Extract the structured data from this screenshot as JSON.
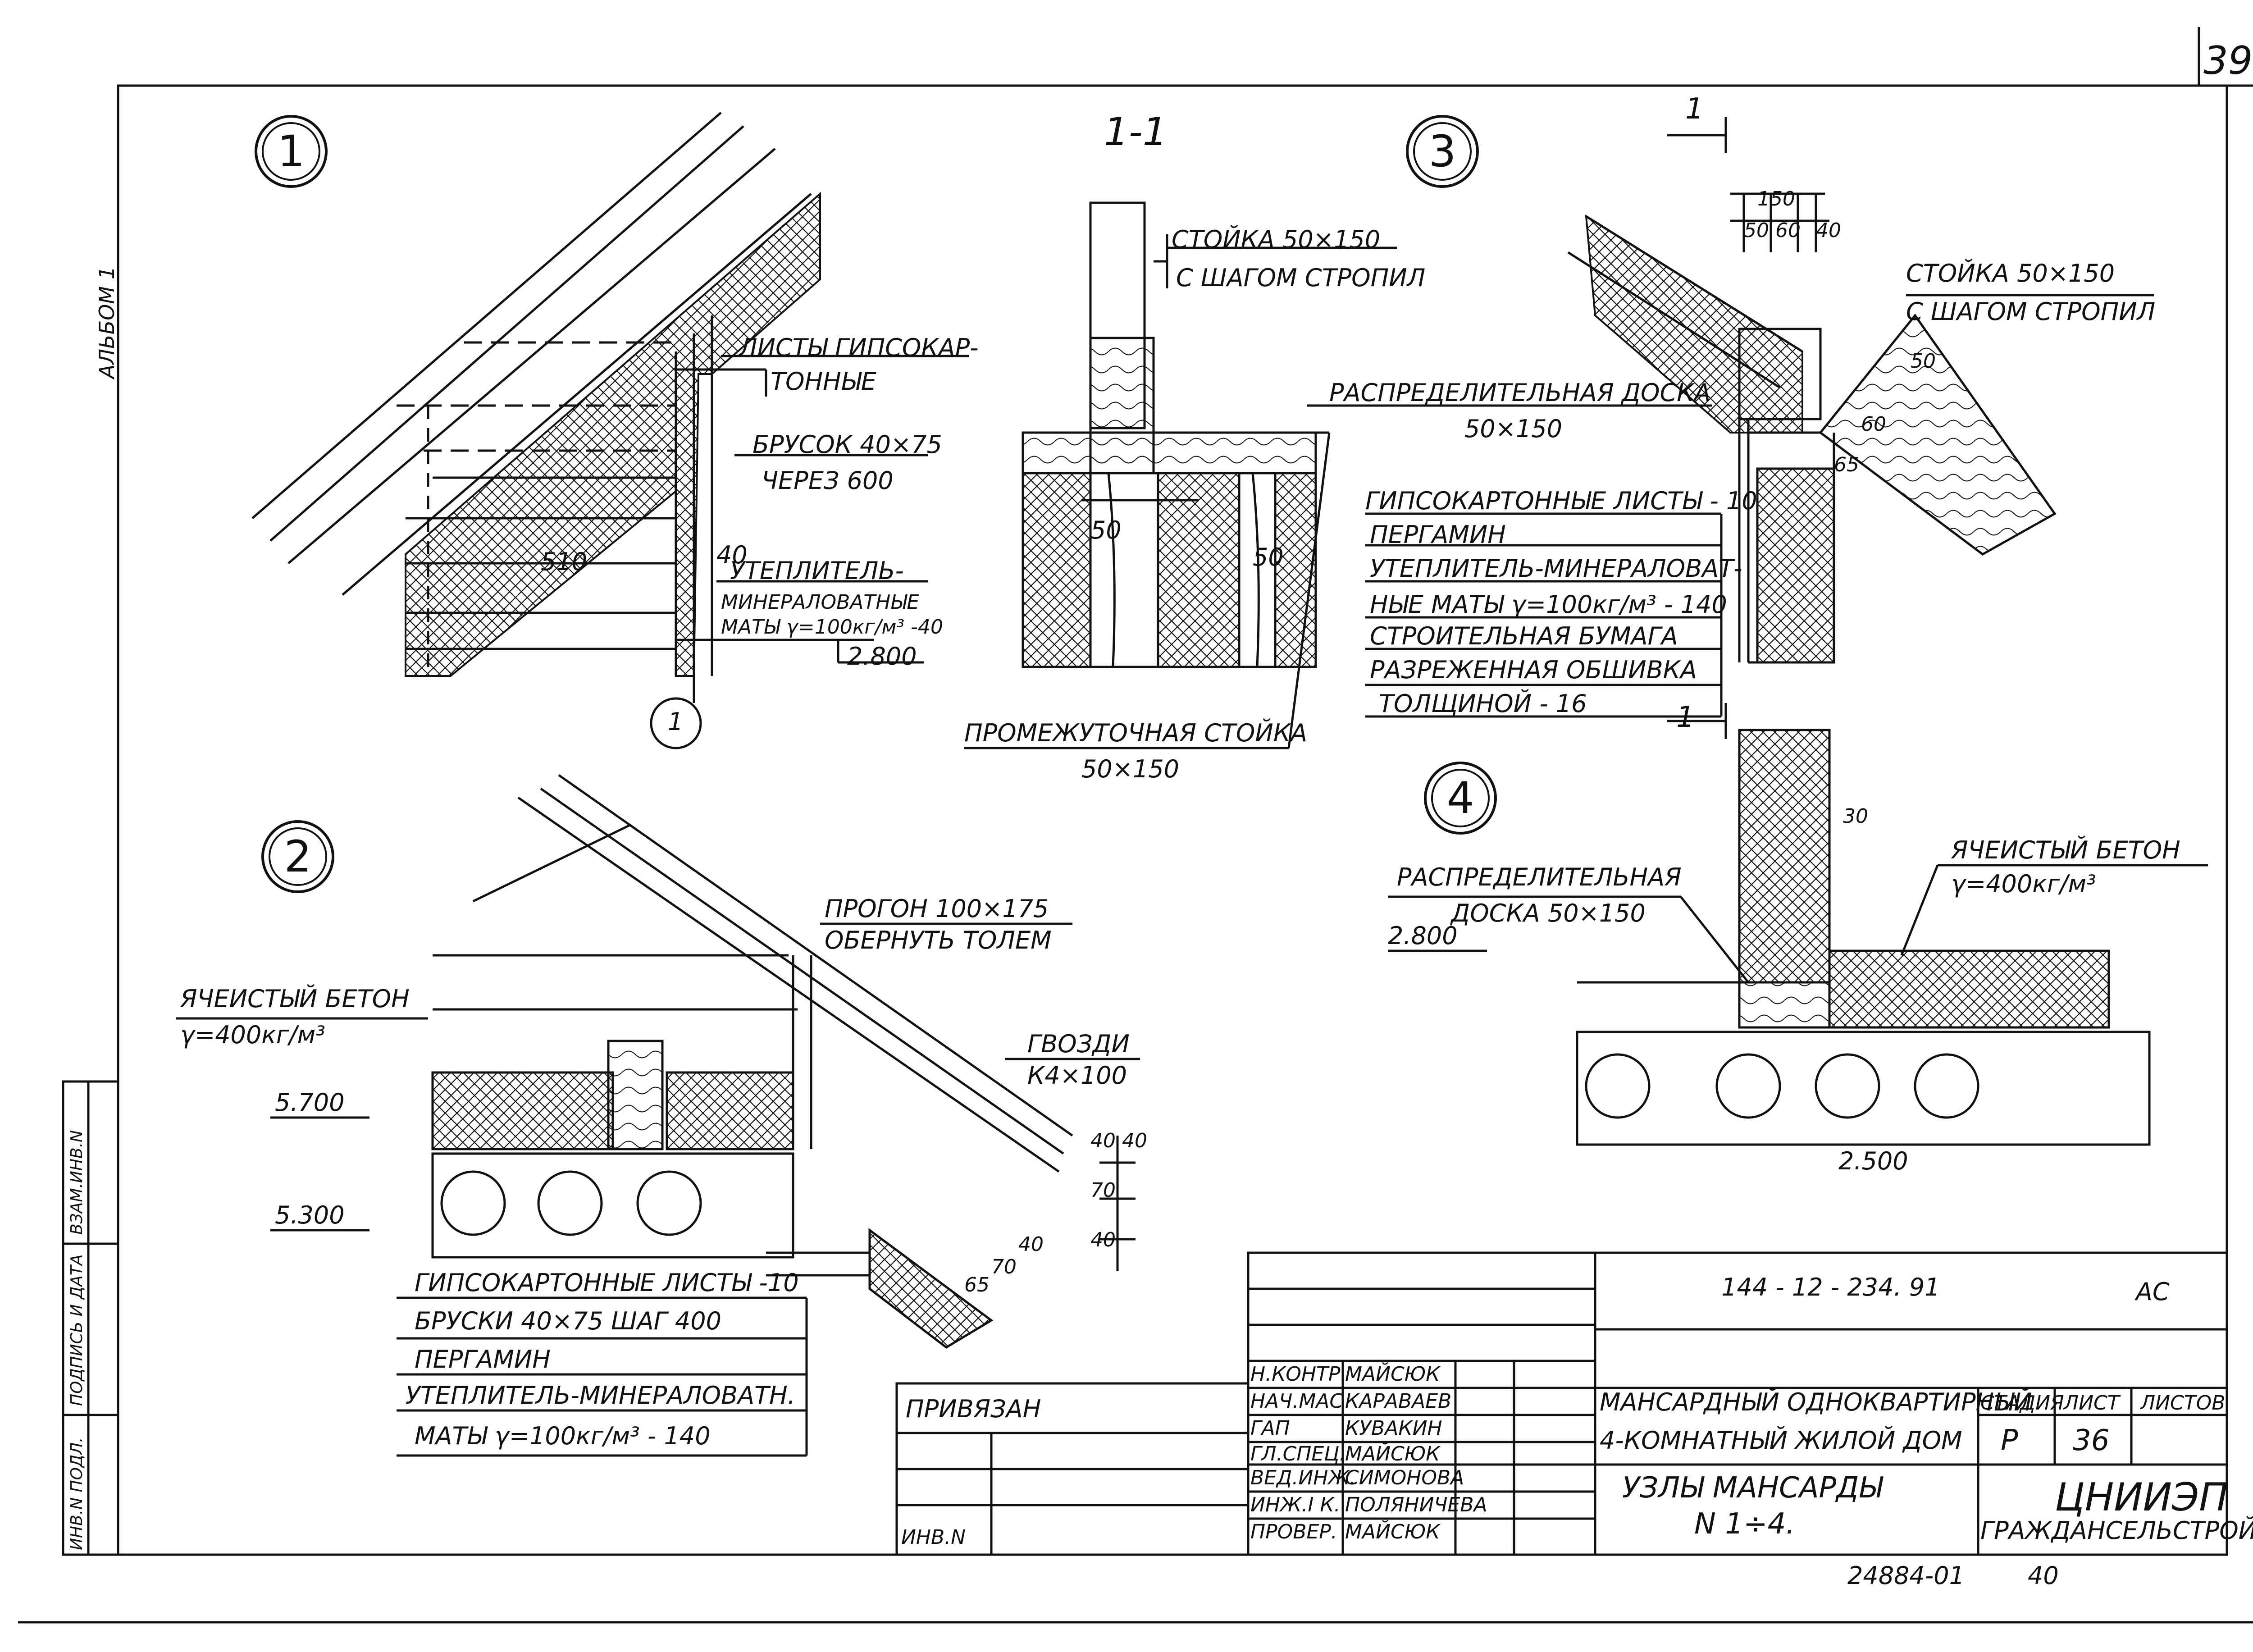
{
  "sheet_number": "39",
  "album": "АЛЬБОМ 1",
  "section_title": "1-1",
  "section_mark": "1",
  "node_numbers": [
    "1",
    "2",
    "3",
    "4"
  ],
  "node1": {
    "sheets": "ЛИСТЫ ГИПСОКАР-",
    "sheets2": "ТОННЫЕ",
    "bar": "БРУСОК 40×75",
    "bar2": "ЧЕРЕЗ 600",
    "ins1": "УТЕПЛИТЕЛЬ-",
    "ins2": "МИНЕРАЛОВАТНЫЕ",
    "ins3": "МАТЫ γ=100кг/м³ -40",
    "dim510": "510",
    "dim40": "40",
    "level": "2.800",
    "ref": "1"
  },
  "section11": {
    "post": "СТОЙКА 50×150",
    "post2": "С ШАГОМ СТРОПИЛ",
    "board": "РАСПРЕДЕЛИТЕЛЬНАЯ ДОСКА",
    "board2": "50×150",
    "mid": "ПРОМЕЖУТОЧНАЯ СТОЙКА",
    "mid2": "50×150",
    "d50a": "50",
    "d50b": "50"
  },
  "node3": {
    "post": "СТОЙКА 50×150",
    "post2": "С ШАГОМ СТРОПИЛ",
    "d150": "150",
    "d50": "50",
    "d60": "60",
    "d40": "40",
    "d50b": "50",
    "d60b": "60",
    "d65": "65"
  },
  "layers_main": [
    "ГИПСОКАРТОННЫЕ ЛИСТЫ - 10",
    "ПЕРГАМИН",
    "УТЕПЛИТЕЛЬ-МИНЕРАЛОВАТ-",
    "НЫЕ МАТЫ γ=100кг/м³ - 140",
    "СТРОИТЕЛЬНАЯ БУМАГА",
    "РАЗРЕЖЕННАЯ ОБШИВКА",
    "ТОЛЩИНОЙ - 16"
  ],
  "node2": {
    "purlin": "ПРОГОН 100×175",
    "purlin2": "ОБЕРНУТЬ ТОЛЕМ",
    "concrete": "ЯЧЕИСТЫЙ БЕТОН",
    "concrete2": "γ=400кг/м³",
    "nails": "ГВОЗДИ",
    "nails2": "К4×100",
    "level1": "5.700",
    "level2": "5.300",
    "d40a": "40",
    "d40b": "40",
    "d70a": "70",
    "d40c": "40",
    "d65": "65",
    "d70b": "70",
    "d40d": "40"
  },
  "layers_node2": [
    "ГИПСОКАРТОННЫЕ ЛИСТЫ -10",
    "БРУСКИ 40×75 ШАГ 400",
    "ПЕРГАМИН",
    "УТЕПЛИТЕЛЬ-МИНЕРАЛОВАТН.",
    "МАТЫ γ=100кг/м³ - 140"
  ],
  "node4": {
    "board": "РАСПРЕДЕЛИТЕЛЬНАЯ",
    "board2": "ДОСКА 50×150",
    "concrete": "ЯЧЕИСТЫЙ БЕТОН",
    "concrete2": "γ=400кг/м³",
    "level1": "2.800",
    "level2": "2.500",
    "d30": "30"
  },
  "stamp": {
    "code": "144 - 12 - 234. 91",
    "stage_code": "АС",
    "project1": "МАНСАРДНЫЙ ОДНОКВАРТИРНЫЙ",
    "project2": "4-КОМНАТНЫЙ ЖИЛОЙ ДОМ",
    "title1": "УЗЛЫ МАНСАРДЫ",
    "title2": "N 1÷4.",
    "col_stage": "СТАДИЯ",
    "col_sheet": "ЛИСТ",
    "col_sheets": "ЛИСТОВ",
    "stage": "Р",
    "sheet": "36",
    "org1": "ЦНИИЭП",
    "org2": "ГРАЖДАНСЕЛЬСТРОЙ",
    "roles": [
      "Н.КОНТР.",
      "НАЧ.МАС",
      "ГАП",
      "ГЛ.СПЕЦ.",
      "ВЕД.ИНЖ.",
      "ИНЖ.I К.",
      "ПРОВЕР."
    ],
    "names": [
      "МАЙСЮК",
      "КАРАВАЕВ",
      "КУВАКИН",
      "МАЙСЮК",
      "СИМОНОВА",
      "ПОЛЯНИЧЕВА",
      "МАЙСЮК"
    ],
    "bound": "ПРИВЯЗАН",
    "inv": "ИНВ.N",
    "footer": "24884-01",
    "footer2": "40"
  },
  "side_stamp": [
    "ИНВ.N ПОДЛ.",
    "ПОДПИСЬ И ДАТА",
    "ВЗАМ.ИНВ.N"
  ]
}
